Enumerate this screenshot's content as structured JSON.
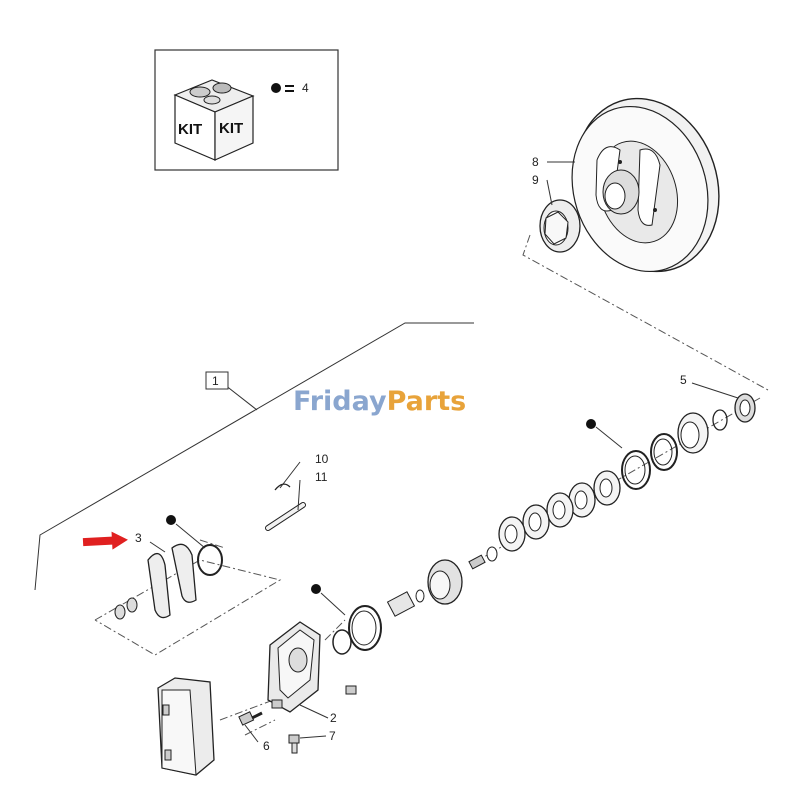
{
  "kit": {
    "box_label_left": "KIT",
    "box_label_right": "KIT",
    "legend_value": "4"
  },
  "callouts": [
    {
      "id": "c1",
      "text": "1"
    },
    {
      "id": "c2",
      "text": "2"
    },
    {
      "id": "c3",
      "text": "3"
    },
    {
      "id": "c5",
      "text": "5"
    },
    {
      "id": "c6",
      "text": "6"
    },
    {
      "id": "c7",
      "text": "7"
    },
    {
      "id": "c8",
      "text": "8"
    },
    {
      "id": "c9",
      "text": "9"
    },
    {
      "id": "c10",
      "text": "10"
    },
    {
      "id": "c11",
      "text": "11"
    }
  ],
  "watermark": {
    "word_a": "Friday",
    "word_b": "Parts"
  },
  "colors": {
    "arrow": "#e02020",
    "watermark_blue": "#8aa6cf",
    "watermark_orange": "#e8a33a"
  }
}
